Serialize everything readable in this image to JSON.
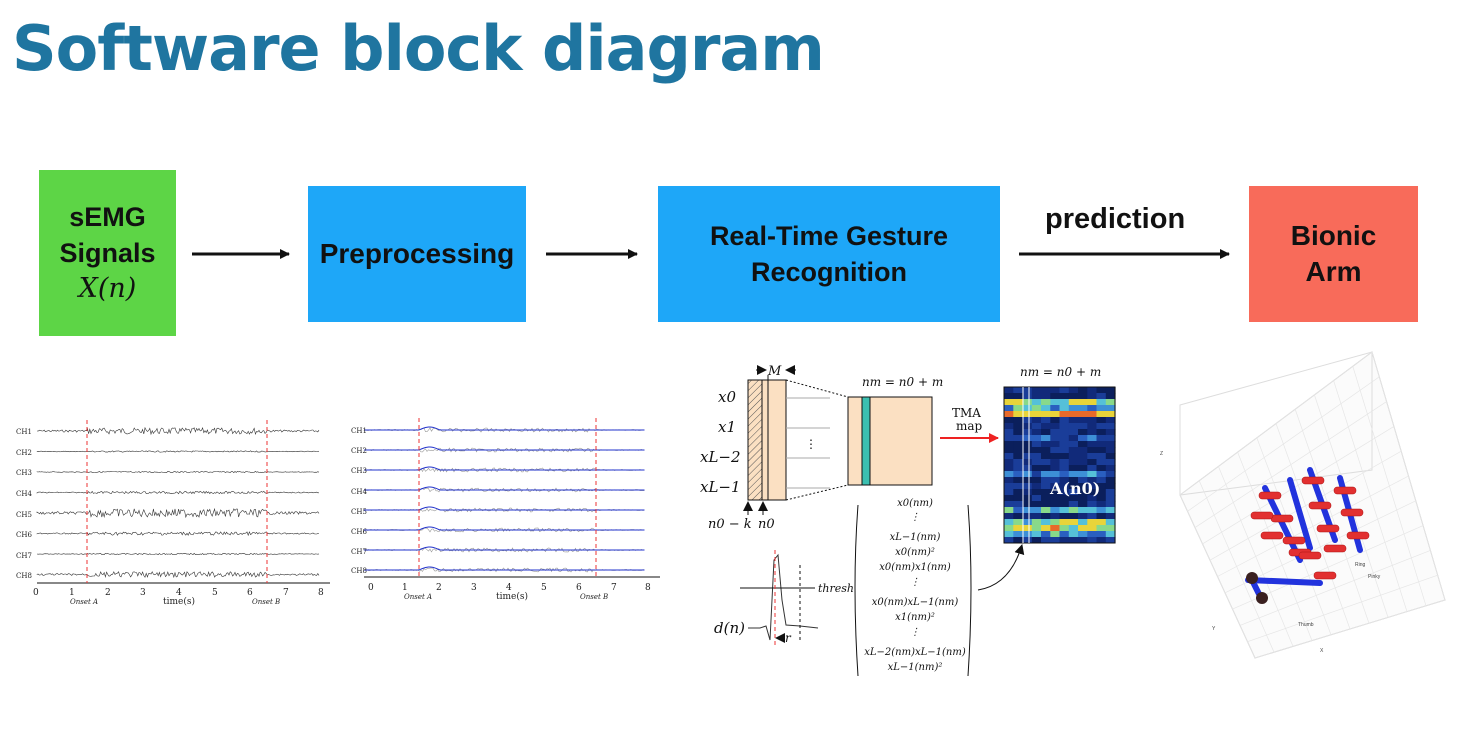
{
  "title": "Software block diagram",
  "blocks": {
    "semg_line1": "sEMG",
    "semg_line2": "Signals",
    "semg_math": "X(n)",
    "preprocessing": "Preprocessing",
    "rtgr_line1": "Real-Time Gesture",
    "rtgr_line2": "Recognition",
    "arm_line1": "Bionic",
    "arm_line2": "Arm"
  },
  "prediction_label": "prediction",
  "raw_plot": {
    "channels": [
      "CH1",
      "CH2",
      "CH3",
      "CH4",
      "CH5",
      "CH6",
      "CH7",
      "CH8"
    ],
    "ticks": [
      "0",
      "1",
      "2",
      "3",
      "4",
      "5",
      "6",
      "7",
      "8"
    ],
    "xlabel": "time(s)",
    "onset_a": "Onset A",
    "onset_b": "Onset B"
  },
  "filtered_plot": {
    "channels": [
      "CH1",
      "CH2",
      "CH3",
      "CH4",
      "CH5",
      "CH6",
      "CH7",
      "CH8"
    ],
    "ticks": [
      "0",
      "1",
      "2",
      "3",
      "4",
      "5",
      "6",
      "7",
      "8"
    ],
    "xlabel": "time(s)",
    "onset_a": "Onset A",
    "onset_b": "Onset B"
  },
  "tma": {
    "M": "M",
    "rows": [
      "x0",
      "x1",
      "xL−2",
      "xL−1"
    ],
    "n0k": "n0 − k",
    "n0": "n0",
    "nm_eq": "nm = n0 + m",
    "tma_map_1": "TMA",
    "tma_map_2": "map",
    "A": "A(n0)",
    "thresh": "thresh",
    "dn": "d(n)",
    "r": "r",
    "vector": [
      "x0(nm)",
      "⋮",
      "xL−1(nm)",
      "x0(nm)²",
      "x0(nm)x1(nm)",
      "⋮",
      "x0(nm)xL−1(nm)",
      "x1(nm)²",
      "⋮",
      "xL−2(nm)xL−1(nm)",
      "xL−1(nm)²"
    ]
  },
  "arm_plot": {
    "labels": [
      "Thumb",
      "Pinky",
      "Ring",
      "X",
      "Y",
      "Z"
    ]
  },
  "colors": {
    "title": "#1f75a0",
    "semg": "#5dd546",
    "blue_block": "#1ea7f8",
    "arm": "#f86b5a"
  }
}
